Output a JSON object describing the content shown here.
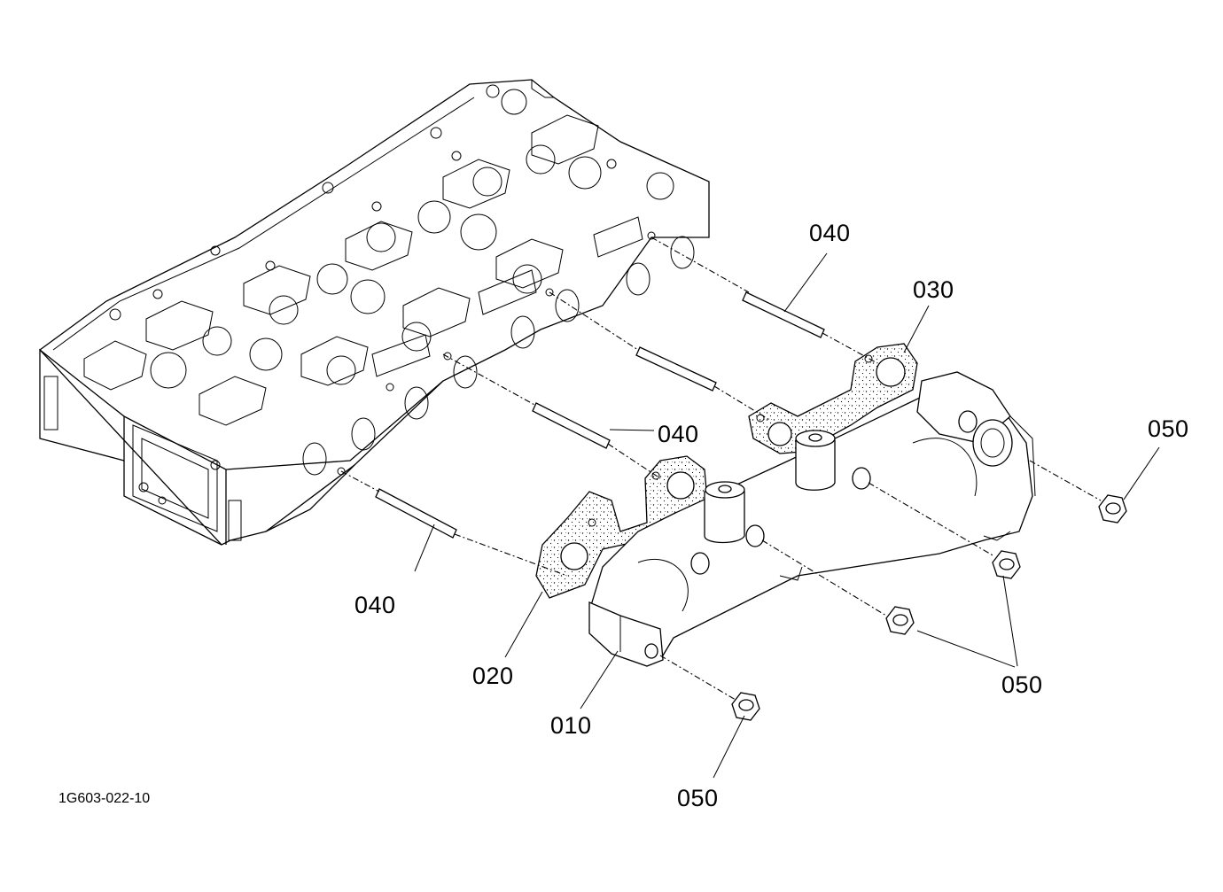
{
  "diagram": {
    "drawing_code": "1G603-022-10",
    "callouts": [
      {
        "id": "c010",
        "text": "010"
      },
      {
        "id": "c020",
        "text": "020"
      },
      {
        "id": "c030",
        "text": "030"
      },
      {
        "id": "c040a",
        "text": "040"
      },
      {
        "id": "c040b",
        "text": "040"
      },
      {
        "id": "c040c",
        "text": "040"
      },
      {
        "id": "c050a",
        "text": "050"
      },
      {
        "id": "c050b",
        "text": "050"
      },
      {
        "id": "c050c",
        "text": "050"
      }
    ]
  }
}
